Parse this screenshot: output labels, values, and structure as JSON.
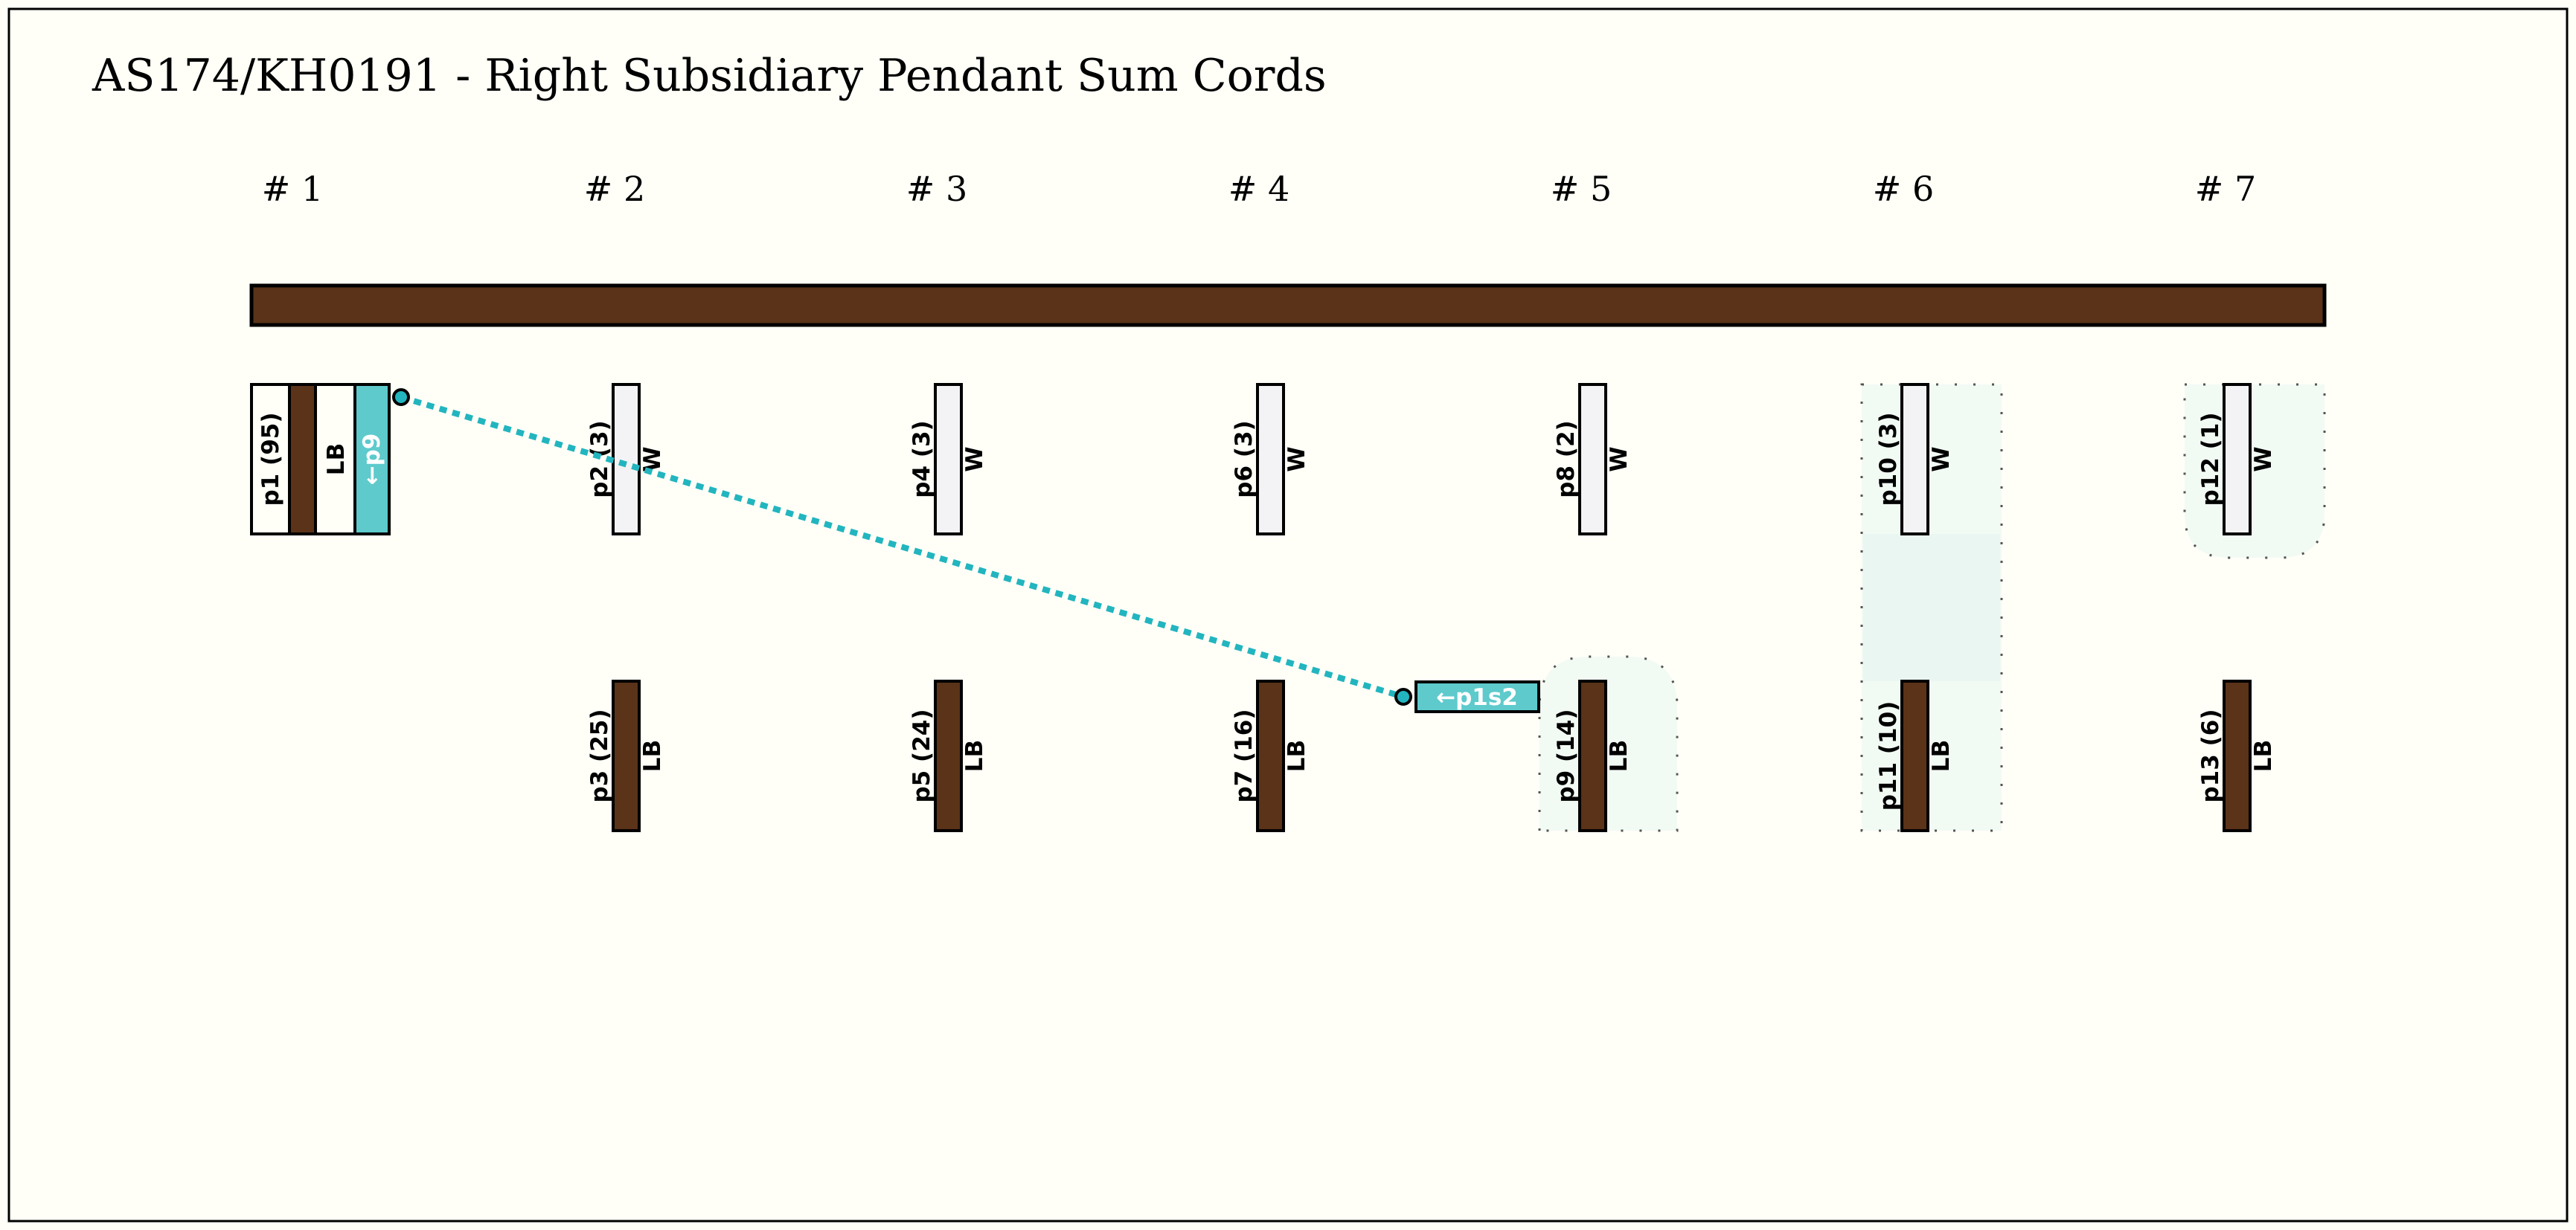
{
  "title": "AS174/KH0191 - Right Subsidiary Pendant Sum Cords",
  "colors": {
    "primary": "#5a3318",
    "brown": "#5a3318",
    "white": "#f3f3f5",
    "teal": "#5ecacc",
    "link": "#22b5bf",
    "highlight": "#eaf6f1",
    "background": "#fffff8"
  },
  "groups": [
    "# 1",
    "# 2",
    "# 3",
    "# 4",
    "# 5",
    "# 6",
    "# 7"
  ],
  "summary_cord": {
    "label": "p1 (95)",
    "color_code": "LB",
    "link_label": "←p9"
  },
  "cords": [
    {
      "group": 2,
      "row": 1,
      "label": "p2 (3)",
      "color_code": "W",
      "color": "white"
    },
    {
      "group": 2,
      "row": 2,
      "label": "p3 (25)",
      "color_code": "LB",
      "color": "brown"
    },
    {
      "group": 3,
      "row": 1,
      "label": "p4 (3)",
      "color_code": "W",
      "color": "white"
    },
    {
      "group": 3,
      "row": 2,
      "label": "p5 (24)",
      "color_code": "LB",
      "color": "brown"
    },
    {
      "group": 4,
      "row": 1,
      "label": "p6 (3)",
      "color_code": "W",
      "color": "white"
    },
    {
      "group": 4,
      "row": 2,
      "label": "p7 (16)",
      "color_code": "LB",
      "color": "brown"
    },
    {
      "group": 5,
      "row": 1,
      "label": "p8 (2)",
      "color_code": "W",
      "color": "white"
    },
    {
      "group": 5,
      "row": 2,
      "label": "p9 (14)",
      "color_code": "LB",
      "color": "brown"
    },
    {
      "group": 6,
      "row": 1,
      "label": "p10 (3)",
      "color_code": "W",
      "color": "white"
    },
    {
      "group": 6,
      "row": 2,
      "label": "p11 (10)",
      "color_code": "LB",
      "color": "brown"
    },
    {
      "group": 7,
      "row": 1,
      "label": "p12 (1)",
      "color_code": "W",
      "color": "white"
    },
    {
      "group": 7,
      "row": 2,
      "label": "p13 (6)",
      "color_code": "LB",
      "color": "brown"
    }
  ],
  "link": {
    "target_label": "←p1s2"
  }
}
